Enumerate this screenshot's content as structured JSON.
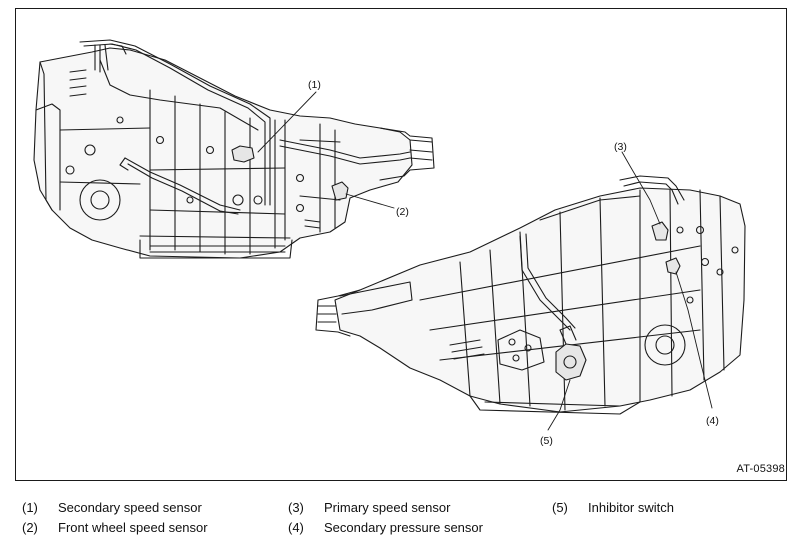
{
  "figure_id": "AT-05398",
  "callouts": [
    "(1)",
    "(2)",
    "(3)",
    "(4)",
    "(5)"
  ],
  "legend": [
    {
      "num": "(1)",
      "label": "Secondary speed sensor"
    },
    {
      "num": "(2)",
      "label": "Front wheel speed sensor"
    },
    {
      "num": "(3)",
      "label": "Primary speed sensor"
    },
    {
      "num": "(4)",
      "label": "Secondary pressure sensor"
    },
    {
      "num": "(5)",
      "label": "Inhibitor switch"
    }
  ]
}
